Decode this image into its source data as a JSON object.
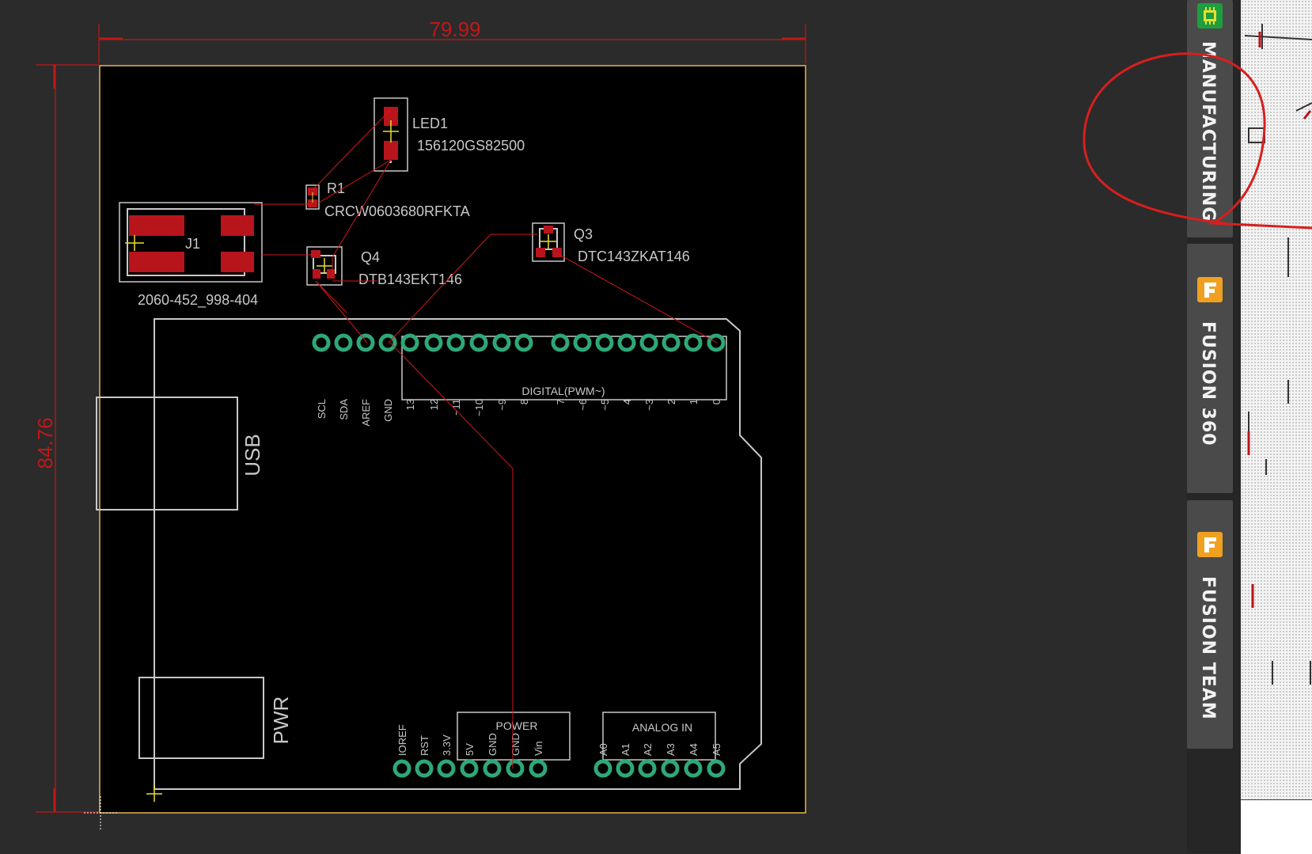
{
  "dimensions": {
    "width_label": "79.99",
    "height_label": "84.76"
  },
  "components": {
    "led1": {
      "name": "LED1",
      "value": "156120GS82500"
    },
    "r1": {
      "name": "R1",
      "value": "CRCW0603680RFKTA"
    },
    "j1": {
      "name": "J1",
      "value": "2060-452_998-404"
    },
    "q4": {
      "name": "Q4",
      "value": "DTB143EKT146"
    },
    "q3": {
      "name": "Q3",
      "value": "DTC143ZKAT146"
    }
  },
  "shield": {
    "digital_pins": [
      "SCL",
      "SDA",
      "AREF",
      "GND",
      "13",
      "12",
      "~11",
      "~10",
      "~9",
      "8",
      "7",
      "~6",
      "~5",
      "4",
      "~3",
      "2",
      "1",
      "0"
    ],
    "digital_label": "DIGITAL(PWM~)",
    "power_pins": [
      "IOREF",
      "RST",
      "3.3V",
      "5V",
      "GND",
      "GND",
      "Vin"
    ],
    "power_label": "POWER",
    "analog_pins": [
      "A0",
      "A1",
      "A2",
      "A3",
      "A4",
      "A5"
    ],
    "analog_label": "ANALOG IN",
    "usb_label": "USB",
    "pwr_label": "PWR"
  },
  "sidebar": {
    "tabs": [
      {
        "label": "MANUFACTURING",
        "icon": "chip-icon",
        "icon_color": "#1e9e3e"
      },
      {
        "label": "FUSION 360",
        "icon": "fusion-icon",
        "icon_color": "#f0a020"
      },
      {
        "label": "FUSION TEAM",
        "icon": "fusion-icon",
        "icon_color": "#f0a020"
      }
    ]
  },
  "colors": {
    "board": "#000000",
    "board_outline": "#e8b84a",
    "dimension": "#c01818",
    "silkscreen": "#c8c8c8",
    "pad": "#b8141c",
    "pin": "#2ea878",
    "airwire": "#d01818",
    "annotation": "#d81e1e",
    "background": "#2b2b2b"
  }
}
